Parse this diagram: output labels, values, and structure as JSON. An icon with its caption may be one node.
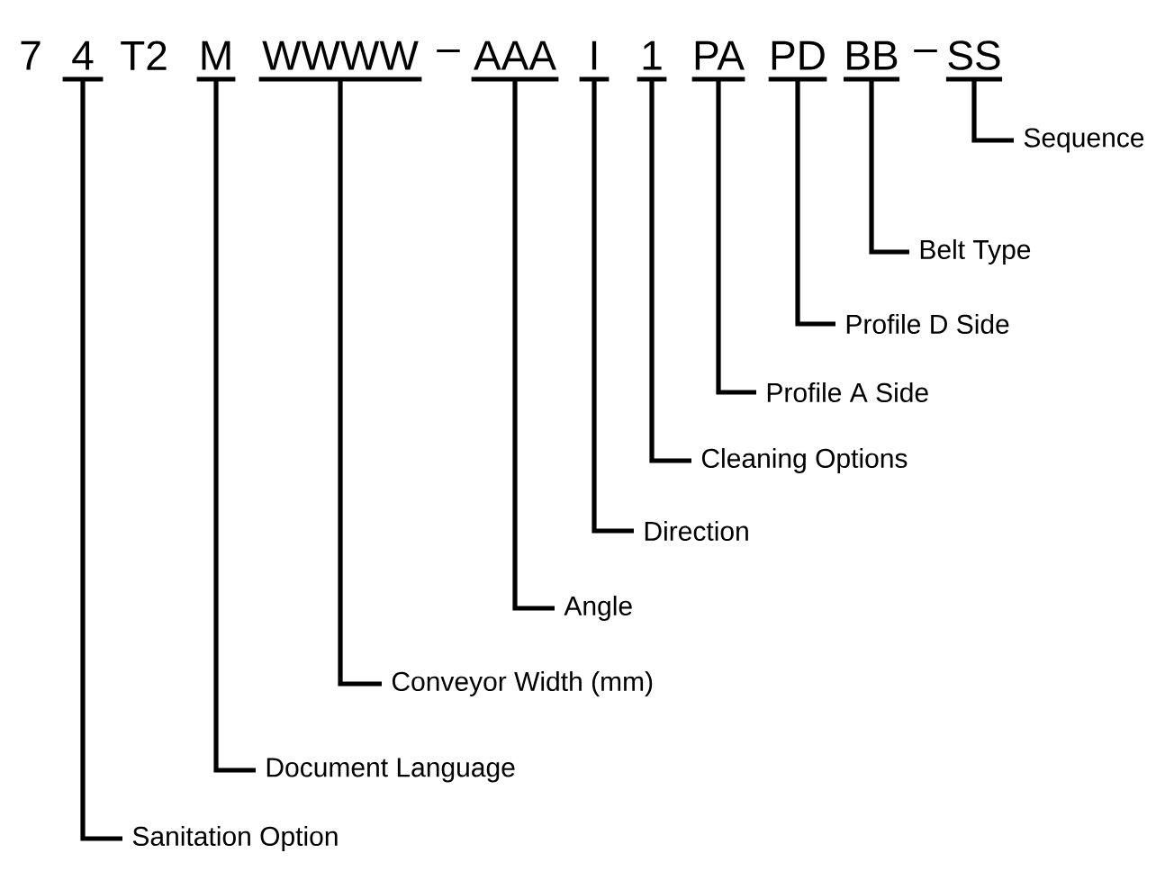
{
  "diagram": {
    "nodes": [
      {
        "text": [
          "4"
        ]
      },
      {
        "text": [
          "M"
        ]
      },
      {
        "text": [
          "WWWW"
        ]
      },
      {
        "text": [
          "AAA"
        ]
      },
      {
        "text": [
          "I"
        ]
      },
      {
        "text": [
          "1"
        ]
      },
      {
        "text": [
          "PA"
        ]
      },
      {
        "text": [
          "PD"
        ]
      },
      {
        "text": [
          "BB"
        ]
      },
      {
        "text": [
          "SS"
        ]
      },
      {
        "text": [
          "Sanitation Option"
        ]
      },
      {
        "text": [
          "Document Language"
        ]
      },
      {
        "text": [
          "Conveyor Width (mm)"
        ]
      },
      {
        "text": [
          "Angle"
        ]
      },
      {
        "text": [
          "Direction"
        ]
      },
      {
        "text": [
          "Cleaning Options"
        ]
      },
      {
        "text": [
          "Profile A Side"
        ]
      },
      {
        "text": [
          "Profile D Side"
        ]
      },
      {
        "text": [
          "Belt Type"
        ]
      },
      {
        "text": [
          "Sequence"
        ]
      }
    ],
    "edges": [
      {
        "from": 0,
        "to": 10,
        "arrow": "none"
      },
      {
        "from": 1,
        "to": 11,
        "arrow": "none"
      },
      {
        "from": 2,
        "to": 12,
        "arrow": "none"
      },
      {
        "from": 3,
        "to": 13,
        "arrow": "none"
      },
      {
        "from": 4,
        "to": 14,
        "arrow": "none"
      },
      {
        "from": 5,
        "to": 15,
        "arrow": "none"
      },
      {
        "from": 6,
        "to": 16,
        "arrow": "none"
      },
      {
        "from": 7,
        "to": 17,
        "arrow": "none"
      },
      {
        "from": 8,
        "to": 18,
        "arrow": "none"
      },
      {
        "from": 9,
        "to": 19,
        "arrow": "none"
      }
    ],
    "labels": [
      "7",
      "T2",
      "–",
      "–"
    ]
  }
}
